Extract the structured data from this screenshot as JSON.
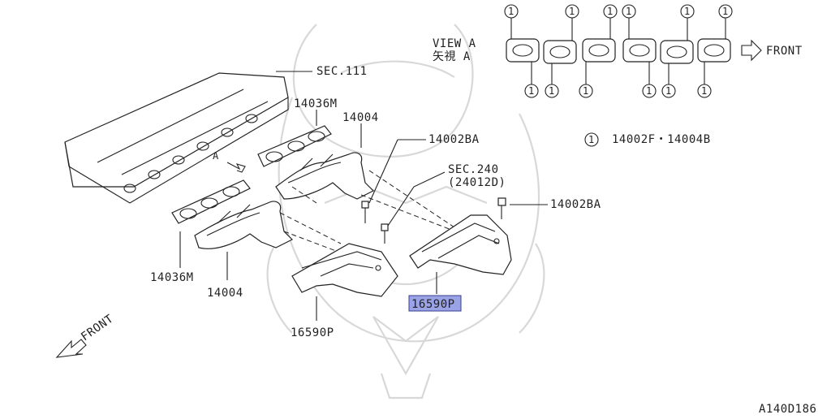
{
  "labels": {
    "sec111": "SEC.111",
    "p14036M_top": "14036M",
    "p14004_top": "14004",
    "p14002BA_left": "14002BA",
    "sec240": "SEC.240",
    "sec240_sub": "(24012D)",
    "p14002BA_right": "14002BA",
    "p14036M_bottom": "14036M",
    "p14004_bottom": "14004",
    "p16590P_left": "16590P",
    "p16590P_right": "16590P",
    "view_a": "VIEW A",
    "view_a_jp": "矢視 A",
    "front_top": "FRONT",
    "front_bottom": "FRONT",
    "legend_num": "1",
    "legend_text": "14002F・14004B",
    "arrow_a": "A",
    "diagram_code": "A140D186",
    "callout": "1"
  },
  "highlight": {
    "selected_part": "16590P",
    "color": "#9aa3e6"
  }
}
